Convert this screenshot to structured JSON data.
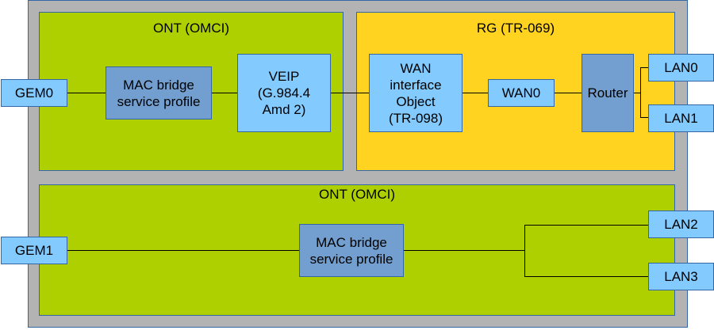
{
  "regions": {
    "ont_top_title": "ONT (OMCI)",
    "rg_title": "RG (TR-069)",
    "ont_bottom_title": "ONT (OMCI)"
  },
  "boxes": {
    "gem0": "GEM0",
    "mac_bridge_top": "MAC bridge\nservice profile",
    "veip": "VEIP\n(G.984.4\nAmd 2)",
    "wan_interface": "WAN\ninterface\nObject\n(TR-098)",
    "wan0": "WAN0",
    "router": "Router",
    "lan0": "LAN0",
    "lan1": "LAN1",
    "gem1": "GEM1",
    "mac_bridge_bottom": "MAC bridge\nservice profile",
    "lan2": "LAN2",
    "lan3": "LAN3"
  },
  "colors": {
    "ont_region": "#aecf00",
    "rg_region": "#ffd320",
    "outer_frame": "#b3b3b3",
    "component_dark": "#729fcf",
    "component_light": "#83caff",
    "border": "#3465a4"
  }
}
